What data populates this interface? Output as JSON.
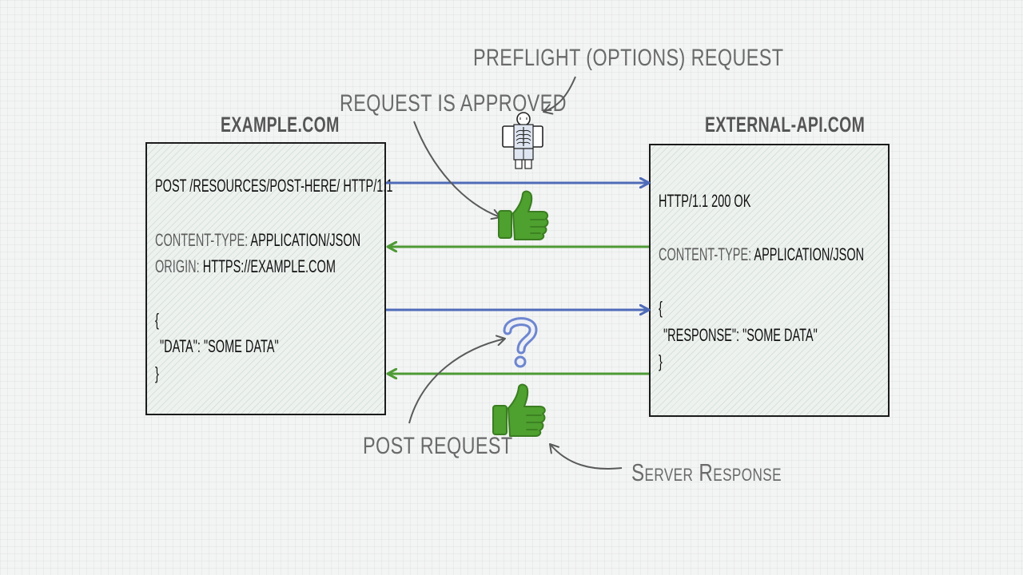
{
  "servers": {
    "left": {
      "name": "EXAMPLE.COM",
      "request_line": "POST /RESOURCES/POST-HERE/ HTTP/1.1",
      "headers": [
        {
          "key": "CONTENT-TYPE:",
          "value": "APPLICATION/JSON"
        },
        {
          "key": "ORIGIN:",
          "value": "HTTPS://EXAMPLE.COM"
        }
      ],
      "body_open": "{",
      "body_line": "\"DATA\": \"SOME DATA\"",
      "body_close": "}"
    },
    "right": {
      "name": "EXTERNAL-API.COM",
      "status_line": "HTTP/1.1 200 OK",
      "headers": [
        {
          "key": "CONTENT-TYPE:",
          "value": "APPLICATION/JSON"
        }
      ],
      "body_open": "{",
      "body_line": "\"RESPONSE\": \"SOME DATA\"",
      "body_close": "}"
    }
  },
  "annotations": {
    "preflight": "PREFLIGHT (OPTIONS) REQUEST",
    "approved": "REQUEST IS APPROVED",
    "post_request": "POST REQUEST",
    "server_response": "Server Response"
  },
  "question_mark": "?",
  "colors": {
    "request_arrow": "#4f6bb8",
    "response_arrow": "#4e9a35",
    "thumb_green": "#4ea02f",
    "question_blue": "#6d86d0",
    "box_border": "#1b1b1b",
    "annotation_text": "#6a6a6a"
  },
  "icons": [
    "xray-icon",
    "thumbs-up-icon",
    "question-mark-icon",
    "thumbs-up-icon"
  ]
}
